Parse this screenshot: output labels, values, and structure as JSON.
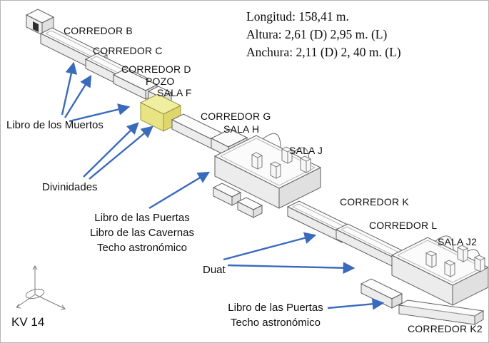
{
  "meta": {
    "tomb_id": "KV 14"
  },
  "info_panel": {
    "lines": [
      "Longitud: 158,41 m.",
      "Altura: 2,61 (D) 2,95 m. (L)",
      "Anchura: 2,11 (D) 2, 40 m. (L)"
    ]
  },
  "rooms": [
    {
      "id": "corredor-b",
      "label": "CORREDOR B"
    },
    {
      "id": "corredor-c",
      "label": "CORREDOR C"
    },
    {
      "id": "corredor-d",
      "label": "CORREDOR D"
    },
    {
      "id": "pozo",
      "label": "POZO"
    },
    {
      "id": "sala-f",
      "label": "SALA F"
    },
    {
      "id": "corredor-g",
      "label": "CORREDOR G"
    },
    {
      "id": "sala-h",
      "label": "SALA H"
    },
    {
      "id": "sala-j",
      "label": "SALA J"
    },
    {
      "id": "corredor-k",
      "label": "CORREDOR K"
    },
    {
      "id": "corredor-l",
      "label": "CORREDOR L"
    },
    {
      "id": "sala-j2",
      "label": "SALA J2"
    },
    {
      "id": "corredor-k2",
      "label": "CORREDOR K2"
    }
  ],
  "annotations": [
    {
      "id": "libro-de-los-muertos",
      "lines": [
        "Libro de los Muertos"
      ]
    },
    {
      "id": "divinidades",
      "lines": [
        "Divinidades"
      ]
    },
    {
      "id": "puertas-cavernas-techo",
      "lines": [
        "Libro de las Puertas",
        "Libro de las Cavernas",
        "Techo astronómico"
      ]
    },
    {
      "id": "duat",
      "lines": [
        "Duat"
      ]
    },
    {
      "id": "puertas-techo",
      "lines": [
        "Libro de las Puertas",
        "Techo astronómico"
      ]
    }
  ],
  "colors": {
    "arrow": "#3a6abc",
    "highlight": "#f0eea0"
  }
}
